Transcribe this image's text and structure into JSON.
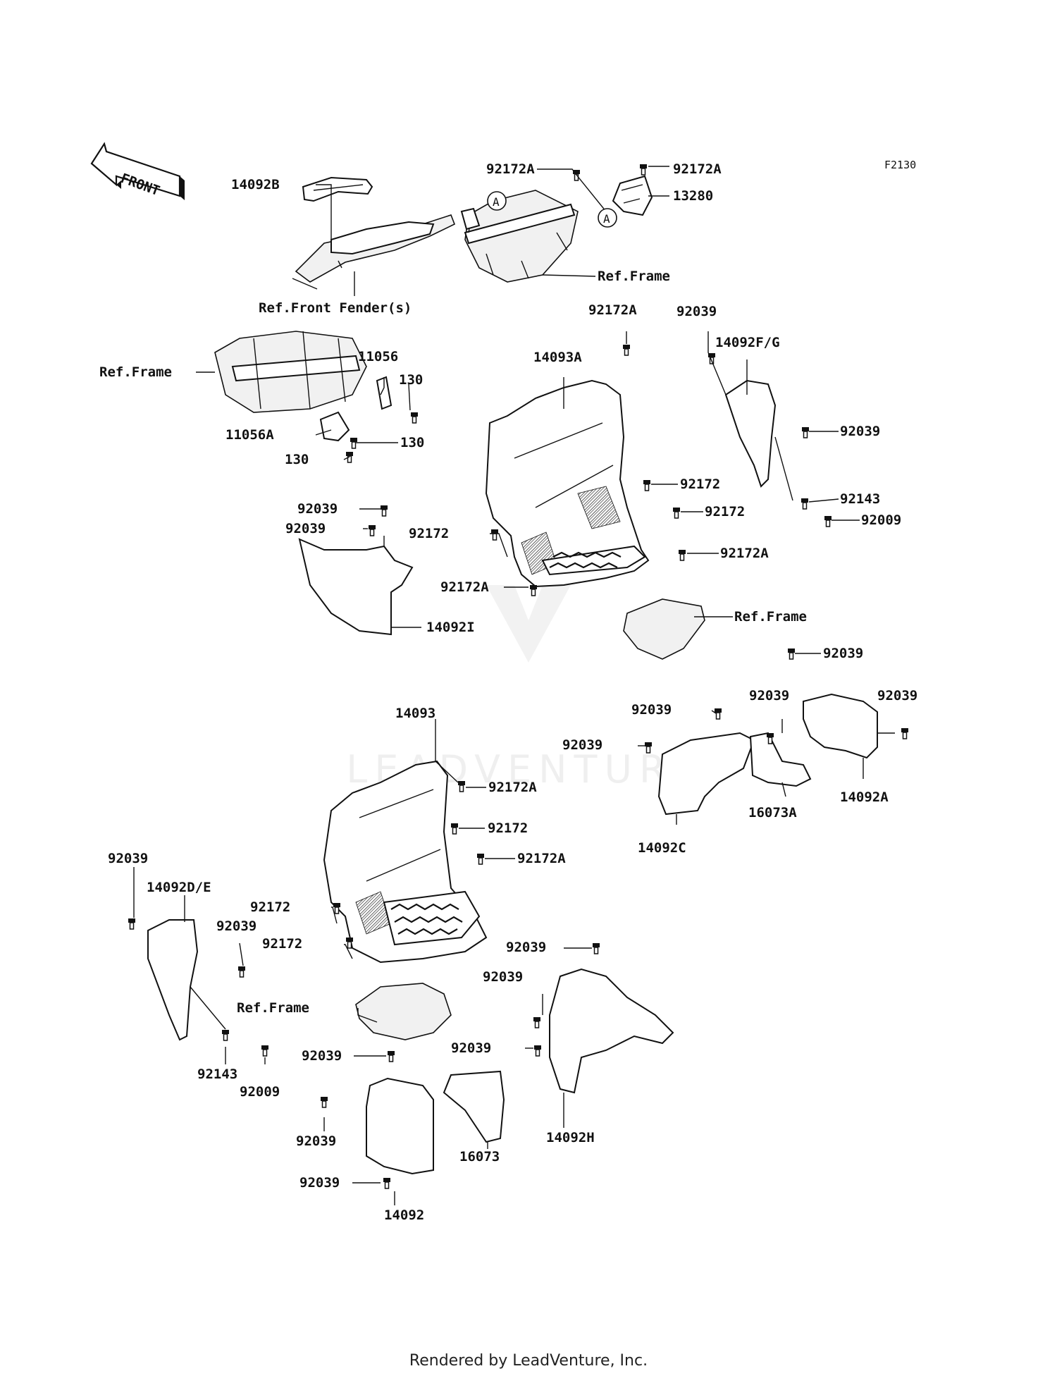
{
  "diagram_code": "F2130",
  "front_label": "FRONT",
  "callouts": {
    "a1": "A",
    "a2": "A"
  },
  "watermark": "LEADVENTURE",
  "footer": "Rendered by LeadVenture, Inc.",
  "labels": {
    "l14092B": "14092B",
    "lRefFrontFender": "Ref.Front Fender(s)",
    "l92172A_t1": "92172A",
    "l92172A_t2": "92172A",
    "l13280": "13280",
    "lRefFrame_t": "Ref.Frame",
    "l92172A_a": "92172A",
    "l92039_a": "92039",
    "l14092FG": "14092F/G",
    "l14093A": "14093A",
    "lRefFrame_l": "Ref.Frame",
    "l11056": "11056",
    "l130_a": "130",
    "l11056A": "11056A",
    "l130_b": "130",
    "l130_c": "130",
    "l92039_b": "92039",
    "l92172_a": "92172",
    "l92172_b": "92172",
    "l92143_a": "92143",
    "l92009_a": "92009",
    "l92039_c": "92039",
    "l92039_d": "92039",
    "l92172_c": "92172",
    "l92172A_b": "92172A",
    "l92172A_c": "92172A",
    "l14092I": "14092I",
    "lRefFrame_m": "Ref.Frame",
    "l92039_e": "92039",
    "l92039_f": "92039",
    "l92039_g": "92039",
    "l92039_h": "92039",
    "l92039_i": "92039",
    "l14092C": "14092C",
    "l16073A": "16073A",
    "l14092A": "14092A",
    "l14093": "14093",
    "l92172A_d": "92172A",
    "l92172_d": "92172",
    "l92172A_e": "92172A",
    "l92039_j": "92039",
    "l14092DE": "14092D/E",
    "l92172_e": "92172",
    "l92039_k": "92039",
    "l92172_f": "92172",
    "lRefFrame_b": "Ref.Frame",
    "l92143_b": "92143",
    "l92009_b": "92009",
    "l92039_l": "92039",
    "l92039_m": "92039",
    "l92039_n": "92039",
    "l92039_o": "92039",
    "l92039_p": "92039",
    "l16073": "16073",
    "l14092H": "14092H",
    "l92039_q": "92039",
    "l14092": "14092"
  }
}
